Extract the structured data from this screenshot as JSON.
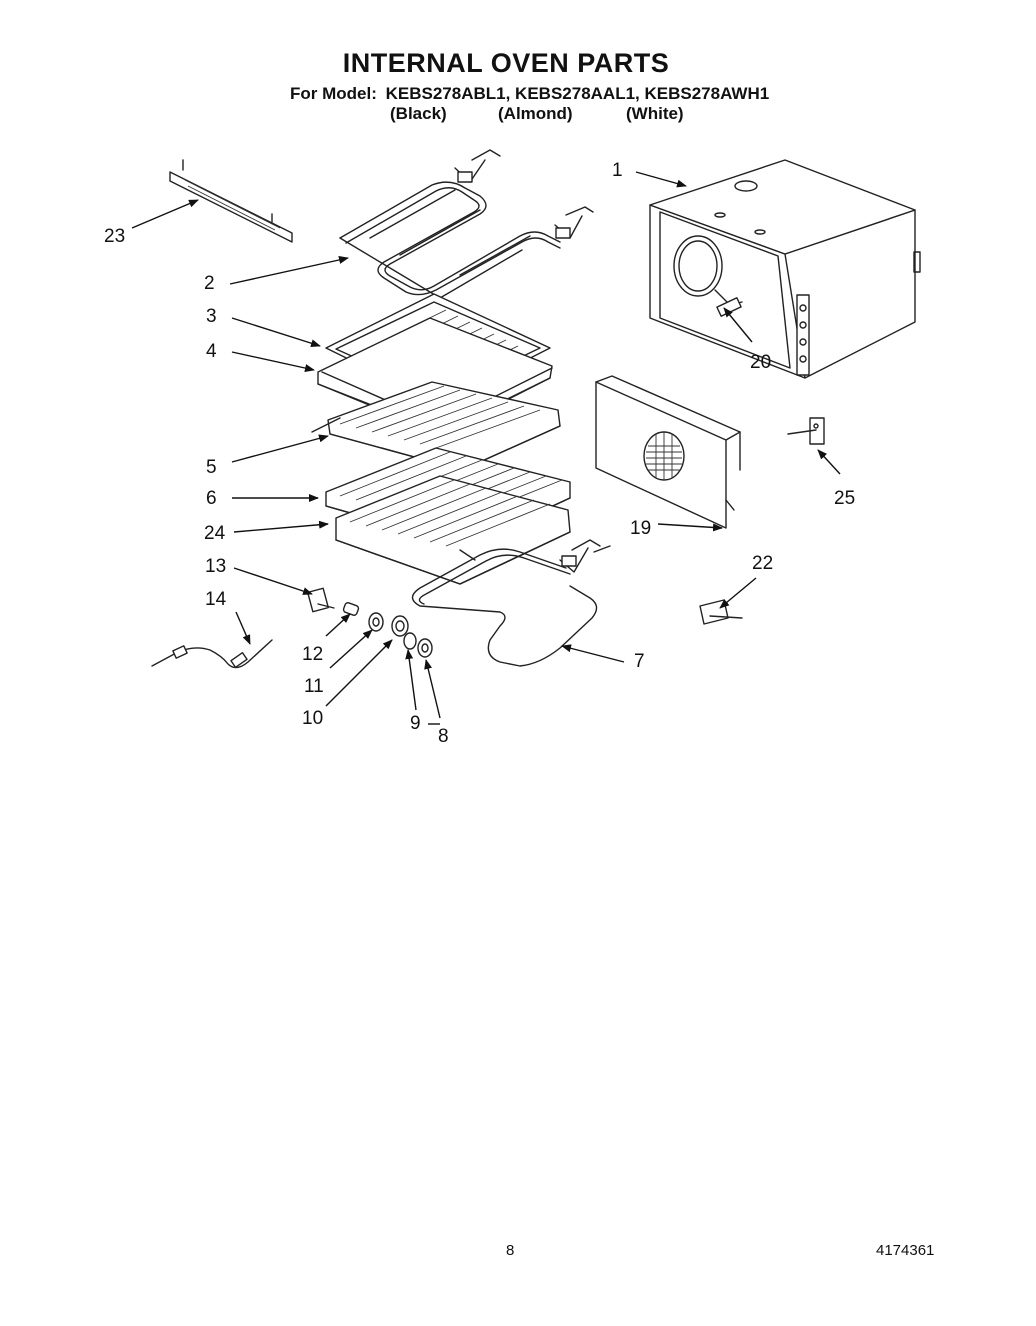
{
  "header": {
    "title": "INTERNAL OVEN PARTS",
    "model_prefix": "For Model:",
    "models": "KEBS278ABL1, KEBS278AAL1, KEBS278AWH1",
    "colors": [
      "(Black)",
      "(Almond)",
      "(White)"
    ]
  },
  "callouts": {
    "p1": "1",
    "p2": "2",
    "p3": "3",
    "p4": "4",
    "p5": "5",
    "p6": "6",
    "p7": "7",
    "p8": "8",
    "p9": "9",
    "p10": "10",
    "p11": "11",
    "p12": "12",
    "p13": "13",
    "p14": "14",
    "p19": "19",
    "p20": "20",
    "p22": "22",
    "p23": "23",
    "p24": "24",
    "p25": "25"
  },
  "footer": {
    "page_number": "8",
    "doc_code": "4174361"
  }
}
